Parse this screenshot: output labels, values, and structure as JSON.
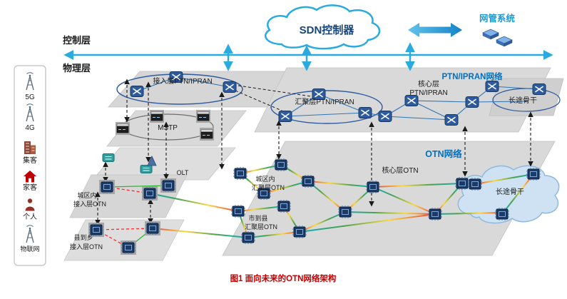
{
  "title_caption": "图1  面向未来的OTN网络架构",
  "control_layer": {
    "label": "控制层",
    "sdn_cloud": "SDN控制器",
    "nms_label": "网管系统"
  },
  "physical_layer": {
    "label": "物理层"
  },
  "sidebar": {
    "items": [
      {
        "label": "5G"
      },
      {
        "label": "4G"
      },
      {
        "label": "集客"
      },
      {
        "label": "家客"
      },
      {
        "label": "个人"
      },
      {
        "label": "物联网"
      }
    ]
  },
  "ptn": {
    "network_title": "PTN/IPRAN网络",
    "access": "接入层PTN/IPRAN",
    "aggregation": "汇聚层PTN/IPRAN",
    "core_line1": "核心层",
    "core_line2": "PTN/IPRAN",
    "backbone": "长途骨干"
  },
  "legacy": {
    "mstp": "MSTP",
    "olt": "OLT"
  },
  "otn": {
    "network_title": "OTN网络",
    "core": "核心层OTN",
    "metro_agg_line1": "城区内",
    "metro_agg_line2": "汇聚层OTN",
    "city_county_agg_line1": "市到县",
    "city_county_agg_line2": "汇聚层OTN",
    "metro_access_line1": "城区内",
    "metro_access_line2": "接入层OTN",
    "county_access_line1": "县到乡",
    "county_access_line2": "接入层OTN",
    "backbone": "长途骨干"
  },
  "colors": {
    "accent_blue": "#29abe2",
    "network_label_blue": "#0070c0",
    "nms_teal": "#1d9ad6",
    "caption_red": "#c00000",
    "layer_gray": "#d9d9d9"
  }
}
